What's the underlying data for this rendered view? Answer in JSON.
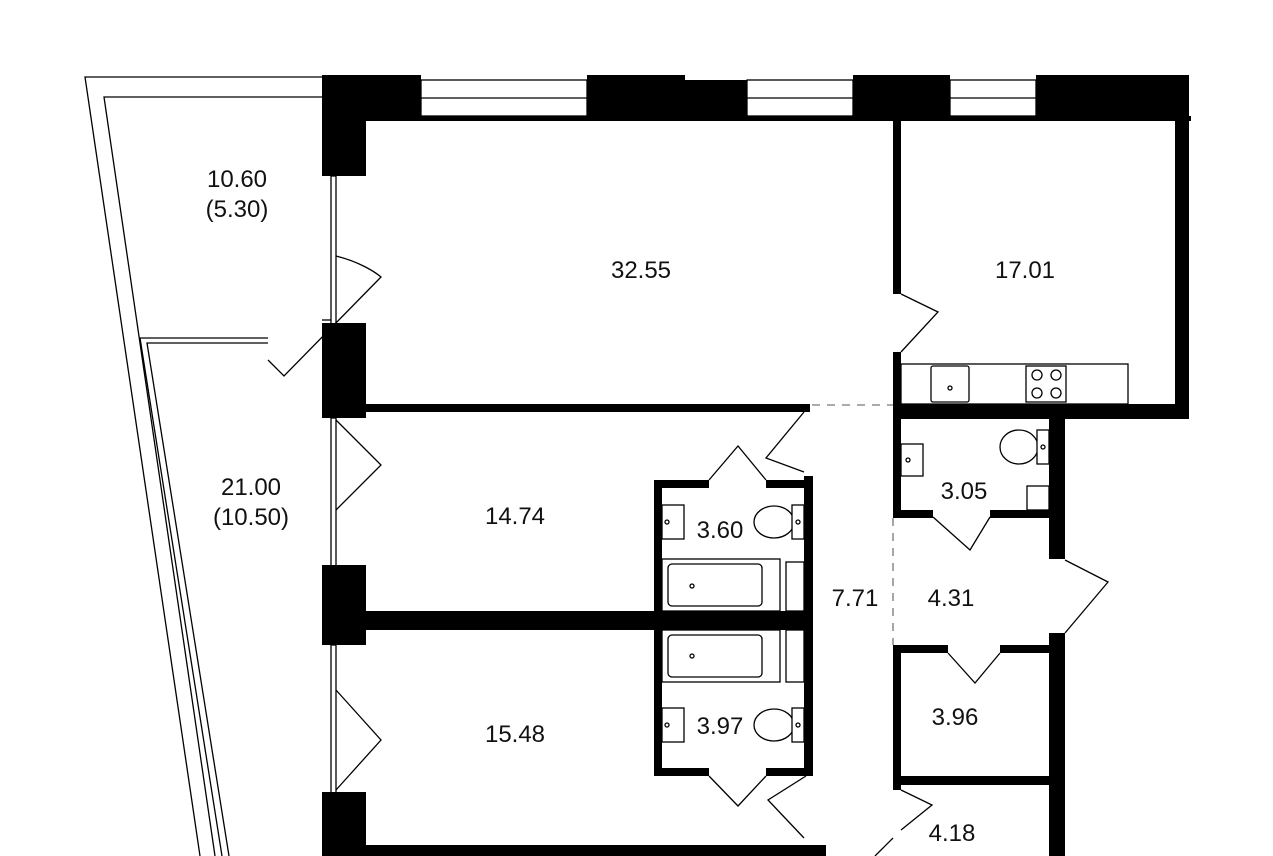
{
  "colors": {
    "walls": "#000000",
    "background": "#ffffff",
    "partition_dashes": "#777777"
  },
  "rooms": [
    {
      "id": "balcony-upper",
      "area": "10.60",
      "reduced_area": "(5.30)"
    },
    {
      "id": "living-room",
      "area": "32.55"
    },
    {
      "id": "kitchen",
      "area": "17.01"
    },
    {
      "id": "balcony-lower",
      "area": "21.00",
      "reduced_area": "(10.50)"
    },
    {
      "id": "bedroom-1",
      "area": "14.74"
    },
    {
      "id": "bathroom-1",
      "area": "3.60"
    },
    {
      "id": "corridor",
      "area": "7.71"
    },
    {
      "id": "wc",
      "area": "3.05"
    },
    {
      "id": "hall",
      "area": "4.31"
    },
    {
      "id": "storage",
      "area": "3.96"
    },
    {
      "id": "bedroom-2",
      "area": "15.48"
    },
    {
      "id": "bathroom-2",
      "area": "3.97"
    },
    {
      "id": "closet",
      "area": "4.18"
    }
  ]
}
